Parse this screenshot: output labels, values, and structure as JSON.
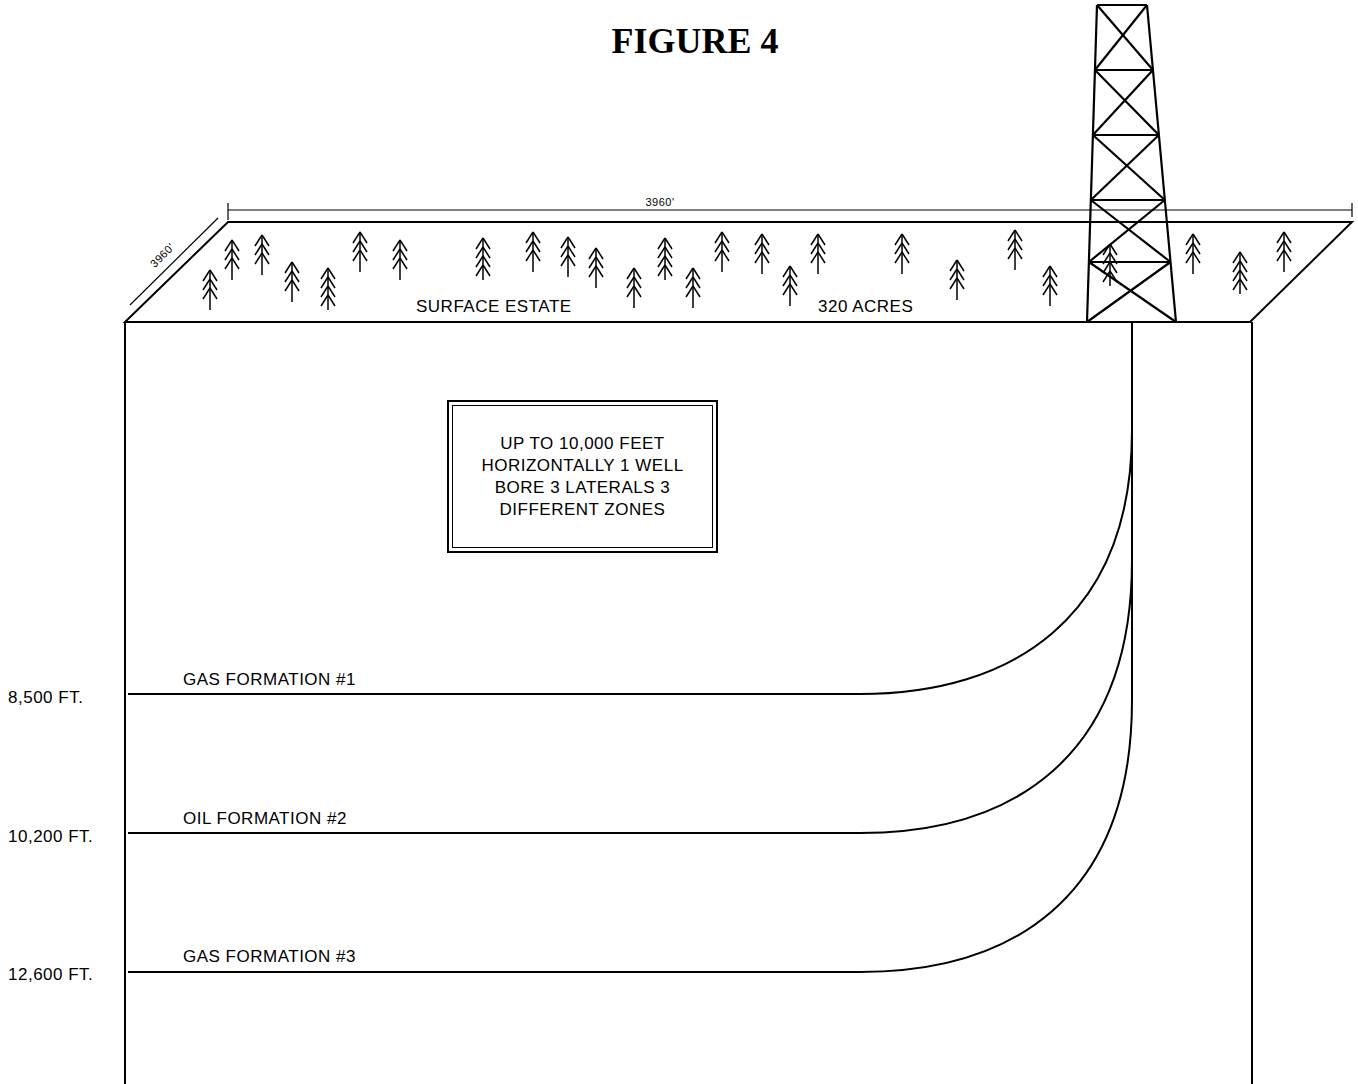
{
  "diagram": {
    "title": "FIGURE 4",
    "nodes": [
      {
        "text": [
          "UP TO 10,000 FEET HORIZONTALLY 1 WELL BORE 3 LATERALS 3 DIFFERENT ZONES"
        ]
      }
    ],
    "labels": [
      "3960'",
      "3960'",
      "SURFACE ESTATE",
      "320 ACRES",
      "GAS FORMATION #1",
      "OIL FORMATION #2",
      "GAS FORMATION #3",
      "8,500 FT.",
      "10,200 FT.",
      "12,600 FT."
    ]
  }
}
